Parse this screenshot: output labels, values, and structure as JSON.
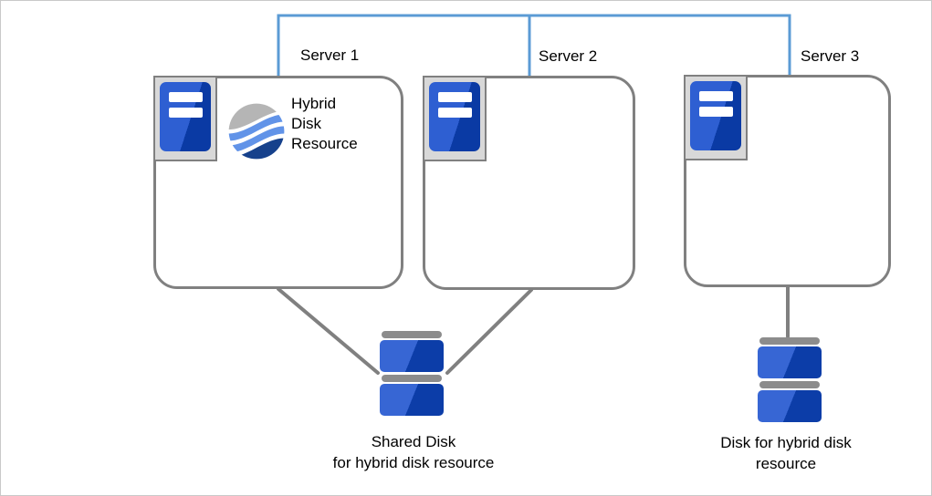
{
  "servers": [
    {
      "label": "Server 1"
    },
    {
      "label": "Server 2"
    },
    {
      "label": "Server 3"
    }
  ],
  "hybrid_disk_resource": {
    "label": "Hybrid Disk Resource"
  },
  "shared_disk": {
    "caption_lines": [
      "Shared Disk",
      "for hybrid disk resource"
    ]
  },
  "hybrid_disk": {
    "caption_lines": [
      "Disk for hybrid disk",
      "resource"
    ]
  },
  "icons": {
    "server": "server-tower-icon",
    "hybrid_disk_resource": "wave-sphere-icon",
    "shared_disk": "disk-stack-icon",
    "hybrid_disk": "disk-stack-icon"
  },
  "colors": {
    "interconnect_blue": "#5B9BD5",
    "outline_gray": "#808080",
    "icon_frame_gray": "#D8D8D8",
    "server_blue_light": "#2E5FD2",
    "server_blue_dark": "#0A3AA4",
    "disk_blue_light": "#3766D4",
    "disk_blue_dark": "#0C3DA8",
    "disk_cap_gray": "#8C8C8C",
    "wave_gray": "#B5B5B5",
    "wave_blue": "#6193E8",
    "wave_navy": "#16418C"
  }
}
